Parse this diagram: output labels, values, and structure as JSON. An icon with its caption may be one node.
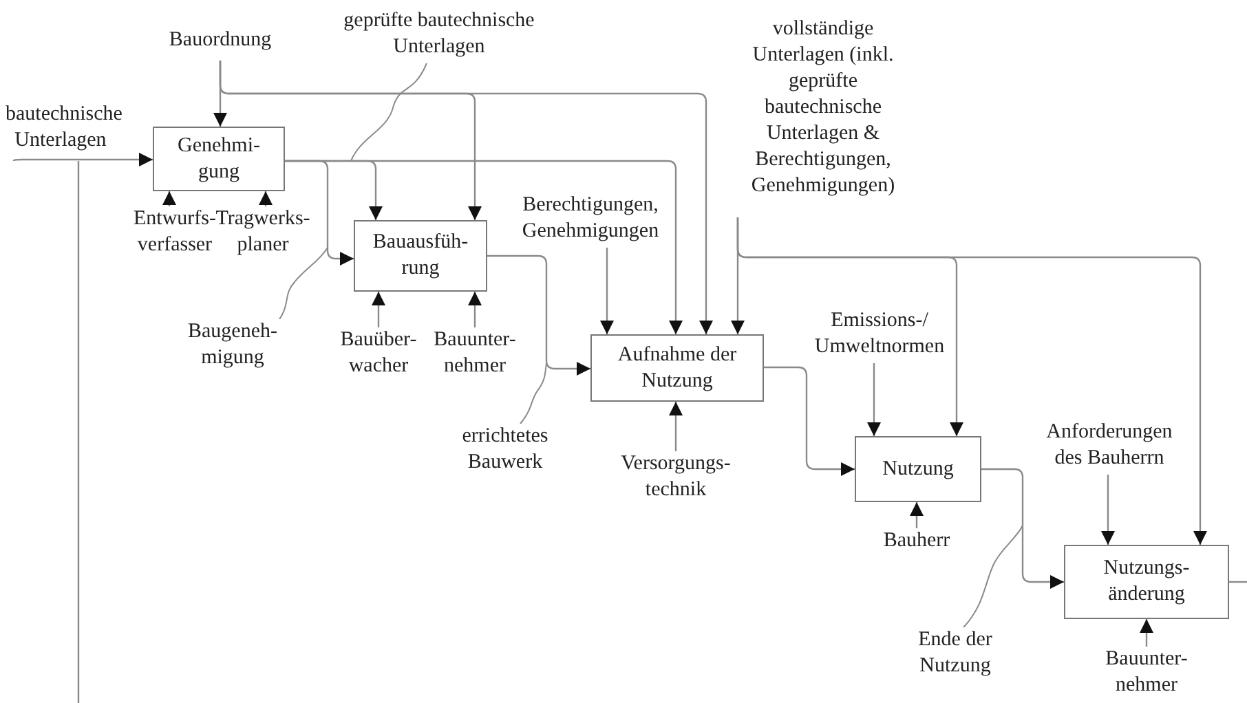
{
  "diagram": {
    "nodes": [
      {
        "text": [
          "Bauordnung"
        ]
      },
      {
        "text": [
          "vollständige Unterlagen (inkl. geprüfte bautechnische Unterlagen & Berechtigungen, Genehmigungen)"
        ]
      },
      {
        "text": [
          "bautechnische Unterlagen"
        ]
      },
      {
        "text": [
          "Genehmi- gung"
        ]
      },
      {
        "text": [
          "Entwurfs- verfasser"
        ]
      },
      {
        "text": [
          "Tragwerks- planer"
        ]
      },
      {
        "text": [
          "Berechtigungen, Genehmigungen"
        ]
      },
      {
        "text": [
          "Bauausfüh- rung"
        ]
      },
      {
        "text": [
          "Bauüber- wacher"
        ]
      },
      {
        "text": [
          "Bauunter- nehmer"
        ]
      },
      {
        "text": [
          "Aufnahme der Nutzung"
        ]
      },
      {
        "text": [
          "Emissions-/ Umweltnormen"
        ]
      },
      {
        "text": [
          "Versorgungs- technik"
        ]
      },
      {
        "text": [
          "Nutzung"
        ]
      },
      {
        "text": [
          "Anforderungen des Bauherrn"
        ]
      },
      {
        "text": [
          "Bauherr"
        ]
      },
      {
        "text": [
          "Nutzungs- änderung"
        ]
      },
      {
        "text": [
          "Bauunter- nehmer"
        ]
      }
    ],
    "edges": [
      {
        "from": 2,
        "to": 3,
        "arrow": "to"
      },
      {
        "from": 2,
        "to": null,
        "arrow": "none"
      },
      {
        "from": 0,
        "to": 3,
        "arrow": "to"
      },
      {
        "from": 0,
        "to": 7,
        "arrow": "to"
      },
      {
        "from": 0,
        "to": 10,
        "arrow": "to"
      },
      {
        "from": 4,
        "to": 3,
        "arrow": "to"
      },
      {
        "from": 5,
        "to": 3,
        "arrow": "to"
      },
      {
        "from": 3,
        "to": 7,
        "arrow": "to",
        "label": "geprüfte bautechnische Unterlagen"
      },
      {
        "from": 3,
        "to": 7,
        "arrow": "to",
        "label": "Baugeneh- migung"
      },
      {
        "from": 3,
        "to": 10,
        "arrow": "to"
      },
      {
        "from": 6,
        "to": 10,
        "arrow": "to"
      },
      {
        "from": 1,
        "to": 10,
        "arrow": "to"
      },
      {
        "from": 1,
        "to": 13,
        "arrow": "to"
      },
      {
        "from": 1,
        "to": 16,
        "arrow": "to"
      },
      {
        "from": 8,
        "to": 7,
        "arrow": "to"
      },
      {
        "from": 9,
        "to": 7,
        "arrow": "to"
      },
      {
        "from": 7,
        "to": 10,
        "arrow": "to",
        "label": "errichtetes Bauwerk"
      },
      {
        "from": 12,
        "to": 10,
        "arrow": "to"
      },
      {
        "from": 11,
        "to": 13,
        "arrow": "to"
      },
      {
        "from": 10,
        "to": 13,
        "arrow": "to"
      },
      {
        "from": 15,
        "to": 13,
        "arrow": "to"
      },
      {
        "from": 13,
        "to": 16,
        "arrow": "to",
        "label": "Ende der Nutzung"
      },
      {
        "from": 14,
        "to": 16,
        "arrow": "to"
      },
      {
        "from": 17,
        "to": 16,
        "arrow": "to"
      },
      {
        "from": 16,
        "to": null,
        "arrow": "none"
      }
    ]
  }
}
